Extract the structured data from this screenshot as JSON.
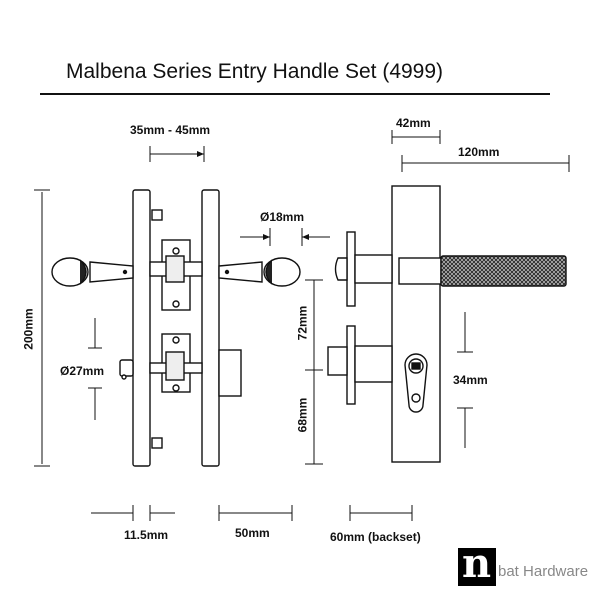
{
  "title": "Malbena Series Entry Handle Set (4999)",
  "dimensions": {
    "rose_range": "35mm - 45mm",
    "height": "200mm",
    "lever_dia": "Ø18mm",
    "cyl_dia": "Ø27mm",
    "c1": "72mm",
    "c2": "68mm",
    "width_42": "42mm",
    "lever_len": "120mm",
    "cyl_34": "34mm",
    "thick": "11.5mm",
    "spacing": "50mm",
    "backset": "60mm (backset)"
  },
  "brand": {
    "logo_letter": "n",
    "name": "bat Hardware"
  },
  "colors": {
    "line": "#111111",
    "knurl": "#333333",
    "brand_gray": "#888888"
  }
}
